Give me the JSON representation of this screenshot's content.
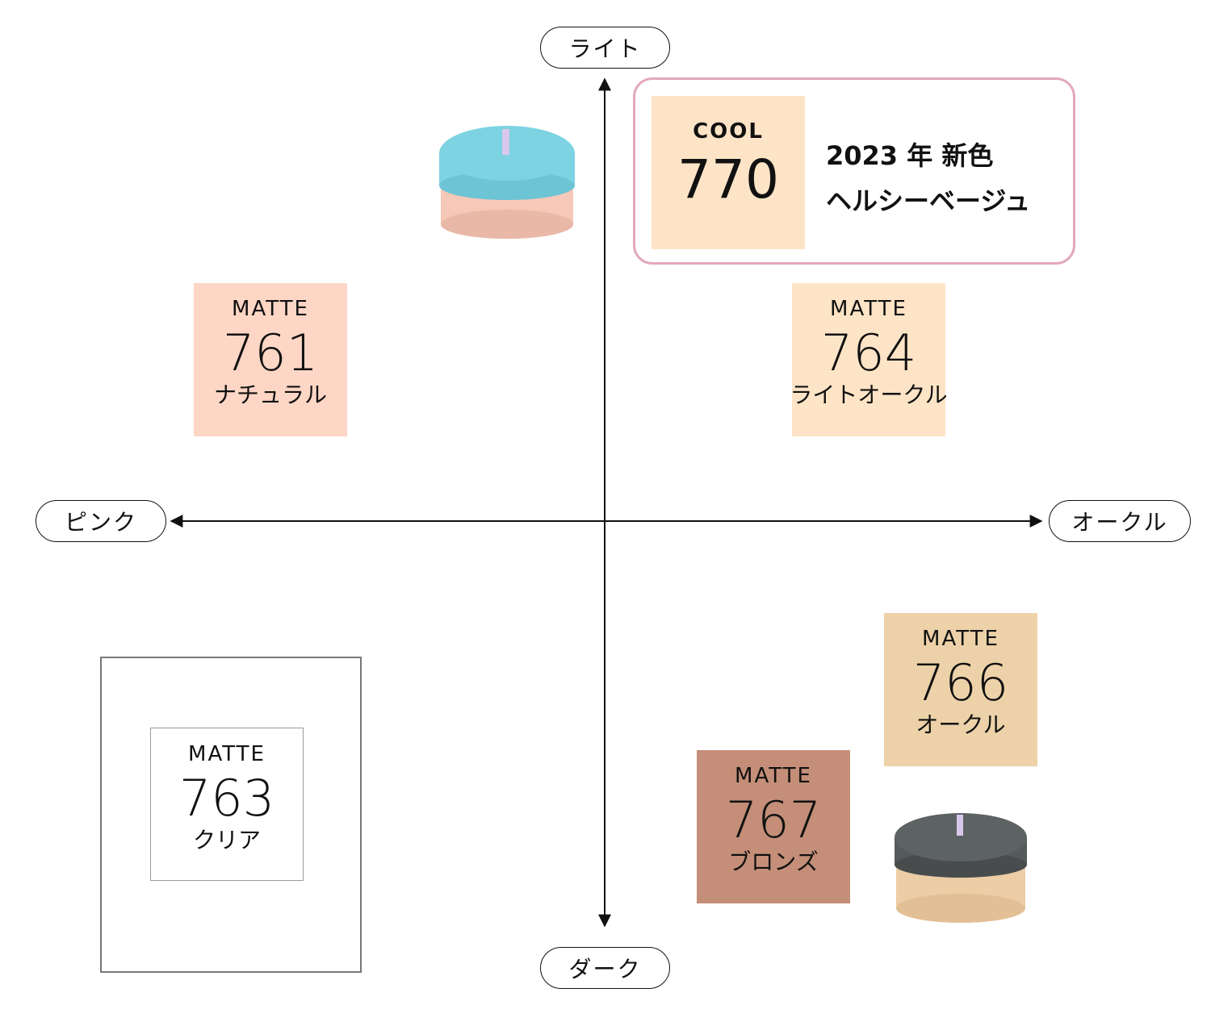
{
  "axes": {
    "top_label": "ライト",
    "bottom_label": "ダーク",
    "left_label": "ピンク",
    "right_label": "オークル"
  },
  "featured": {
    "finish": "COOL",
    "number": "770",
    "line1": "2023 年 新色",
    "line2": "ヘルシーベージュ",
    "color": "#fde4c6",
    "border_color": "#e3a9b9"
  },
  "shades": [
    {
      "id": "761",
      "finish": "MATTE",
      "number": "761",
      "name": "ナチュラル",
      "color": "#fdd6c5"
    },
    {
      "id": "764",
      "finish": "MATTE",
      "number": "764",
      "name": "ライトオークル",
      "color": "#fde4c6"
    },
    {
      "id": "763",
      "finish": "MATTE",
      "number": "763",
      "name": "クリア",
      "color": "#ffffff"
    },
    {
      "id": "766",
      "finish": "MATTE",
      "number": "766",
      "name": "オークル",
      "color": "#edd2a9"
    },
    {
      "id": "767",
      "finish": "MATTE",
      "number": "767",
      "name": "ブロンズ",
      "color": "#c48e78"
    }
  ],
  "products": [
    {
      "id": "cool-jar",
      "lid_color": "#7dd3e2",
      "powder_color": "#f6c8b7"
    },
    {
      "id": "matte-jar",
      "lid_color": "#555a5b",
      "powder_color": "#eccda6"
    }
  ]
}
